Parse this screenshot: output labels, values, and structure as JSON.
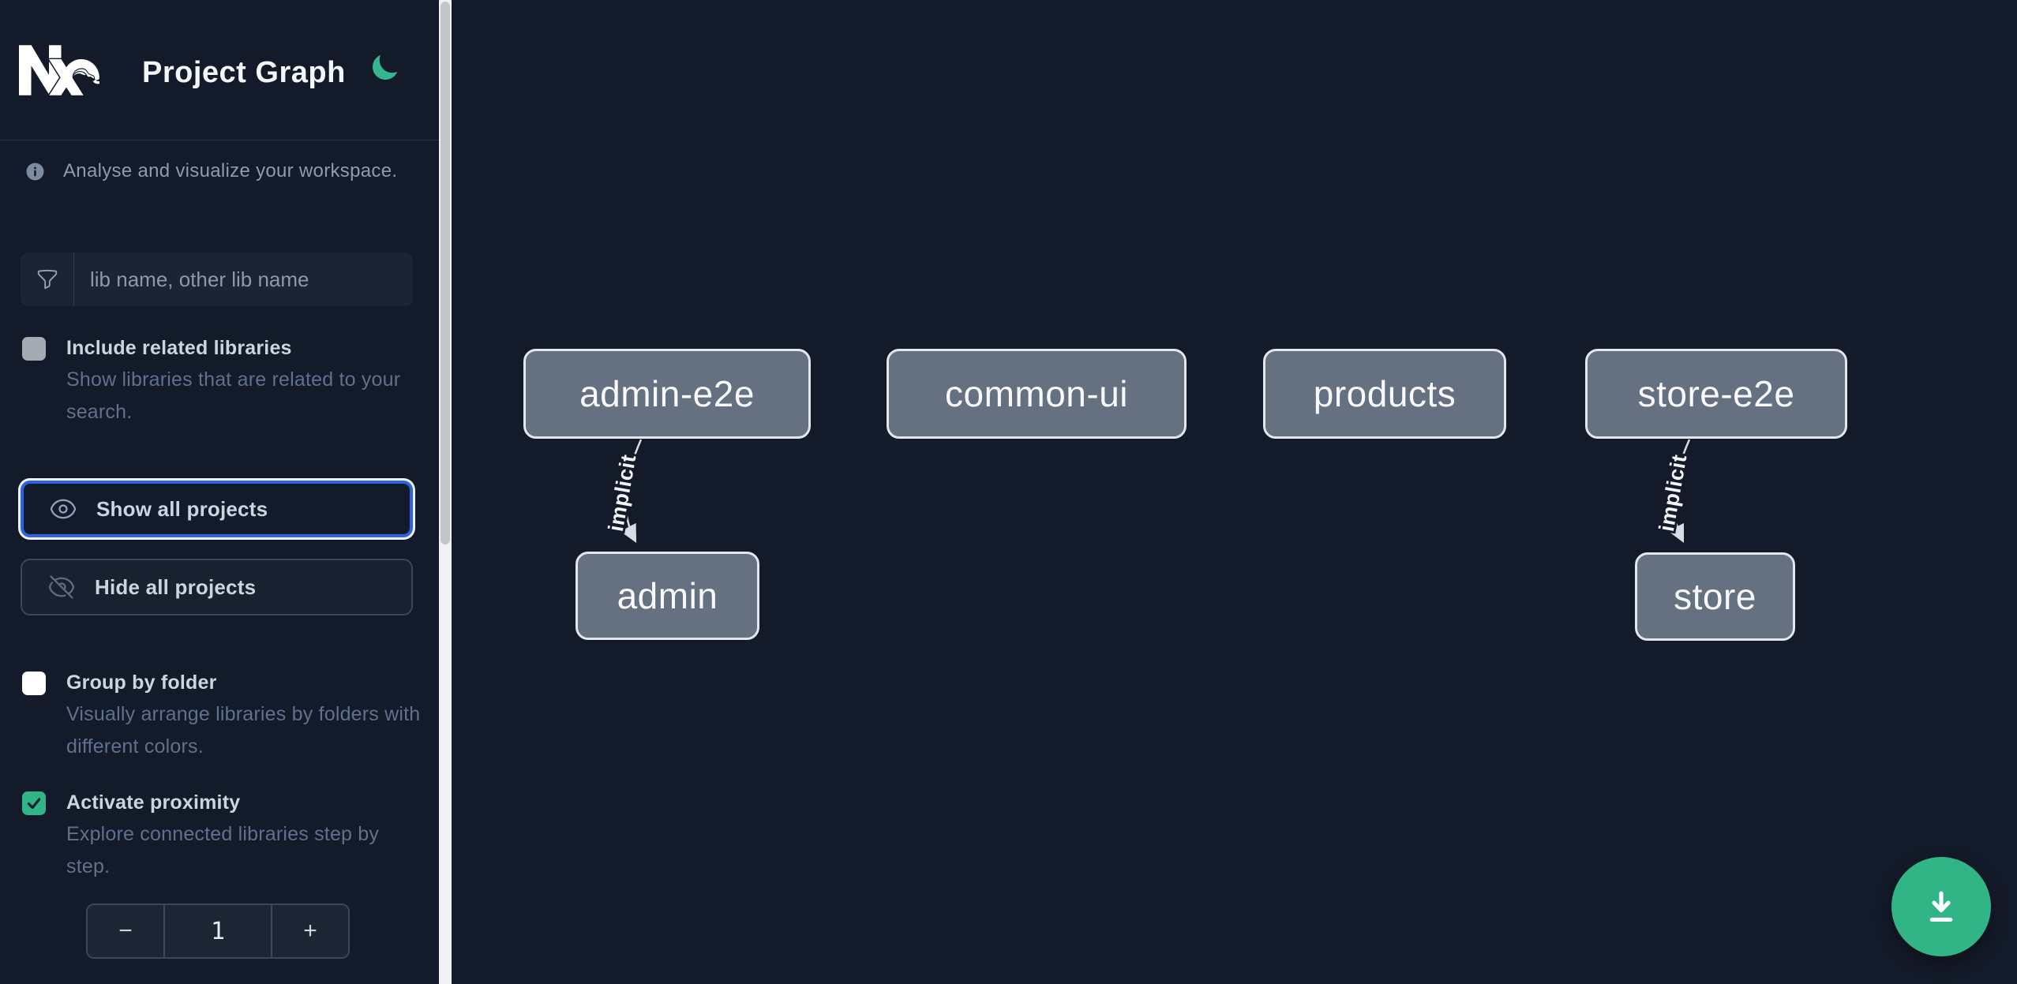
{
  "app": {
    "title": "Project Graph"
  },
  "sidebar": {
    "tagline": "Analyse and visualize your workspace.",
    "filter_placeholder": "lib name, other lib name",
    "options": [
      {
        "label": "Include related libraries",
        "description": "Show libraries that are related to your search.",
        "state": "disabled-unchecked"
      },
      {
        "label": "Group by folder",
        "description": "Visually arrange libraries by folders with different colors.",
        "state": "unchecked"
      },
      {
        "label": "Activate proximity",
        "description": "Explore connected libraries step by step.",
        "state": "checked"
      }
    ],
    "actions": [
      {
        "label": "Show all projects",
        "icon": "eye",
        "focused": true
      },
      {
        "label": "Hide all projects",
        "icon": "eye-slash",
        "focused": false
      }
    ],
    "proximity_stepper": {
      "decrement": "−",
      "value": "1",
      "increment": "+"
    }
  },
  "graph": {
    "nodes": [
      {
        "label": "admin-e2e"
      },
      {
        "label": "common-ui"
      },
      {
        "label": "products"
      },
      {
        "label": "store-e2e"
      },
      {
        "label": "admin"
      },
      {
        "label": "store"
      }
    ],
    "edges": [
      {
        "from": "admin-e2e",
        "to": "admin",
        "label": "implicit"
      },
      {
        "from": "store-e2e",
        "to": "store",
        "label": "implicit"
      }
    ]
  },
  "fab": {
    "icon": "download"
  },
  "colors": {
    "canvas_bg": "#131a29",
    "accent_blue": "#2e63df",
    "green": "#2fb588",
    "node_fill": "#657081",
    "node_border": "#e2e7ee",
    "edge": "#d7dce5"
  }
}
